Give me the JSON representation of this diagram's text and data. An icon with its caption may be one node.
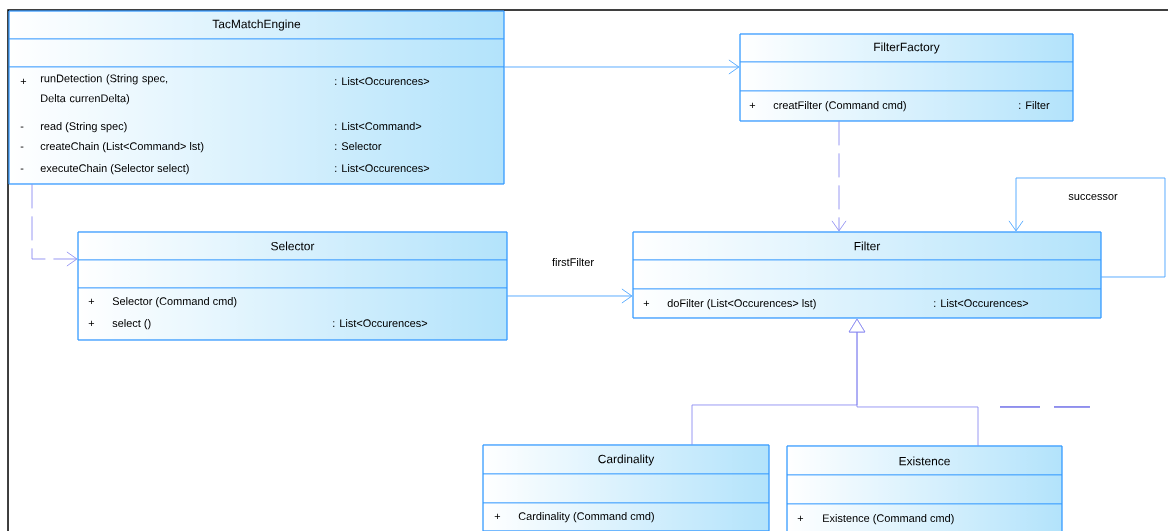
{
  "diagram": {
    "nodes": [
      {
        "text": [
          "TacMatchEngine",
          "+",
          "runDetection (String spec, Delta currenDelta)",
          ": List<Occurences>",
          "-",
          "read (String spec)",
          ": List<Command>",
          "-",
          "createChain (List<Command> lst)",
          ": Selector",
          "-",
          "executeChain (Selector select)",
          ": List<Occurences>"
        ]
      },
      {
        "text": [
          "FilterFactory",
          "+",
          "creatFilter (Command cmd)",
          ": Filter"
        ]
      },
      {
        "text": [
          "Selector",
          "+",
          "Selector (Command cmd)",
          "+",
          "select ()",
          ": List<Occurences>"
        ]
      },
      {
        "text": [
          "Filter",
          "+",
          "doFilter (List<Occurences> lst)",
          ": List<Occurences>"
        ]
      },
      {
        "text": [
          "Cardinality",
          "+",
          "Cardinality (Command cmd)"
        ]
      },
      {
        "text": [
          "Existence",
          "+",
          "Existence (Command cmd)"
        ]
      }
    ],
    "edges": [
      {
        "from": 0,
        "to": 1,
        "arrow": "to",
        "color": "#3399ff"
      },
      {
        "from": 1,
        "to": 3,
        "arrow": "to",
        "style": "dashed"
      },
      {
        "from": 0,
        "to": 2,
        "arrow": "to",
        "style": "dashed"
      },
      {
        "from": 2,
        "to": 3,
        "arrow": "to",
        "label": "firstFilter",
        "color": "#3399ff"
      },
      {
        "from": 3,
        "to": 3,
        "arrow": "to",
        "label": "successor",
        "color": "#3399ff"
      },
      {
        "from": 4,
        "to": 3,
        "arrow": "to"
      },
      {
        "from": 5,
        "to": 3,
        "arrow": "to"
      }
    ]
  }
}
